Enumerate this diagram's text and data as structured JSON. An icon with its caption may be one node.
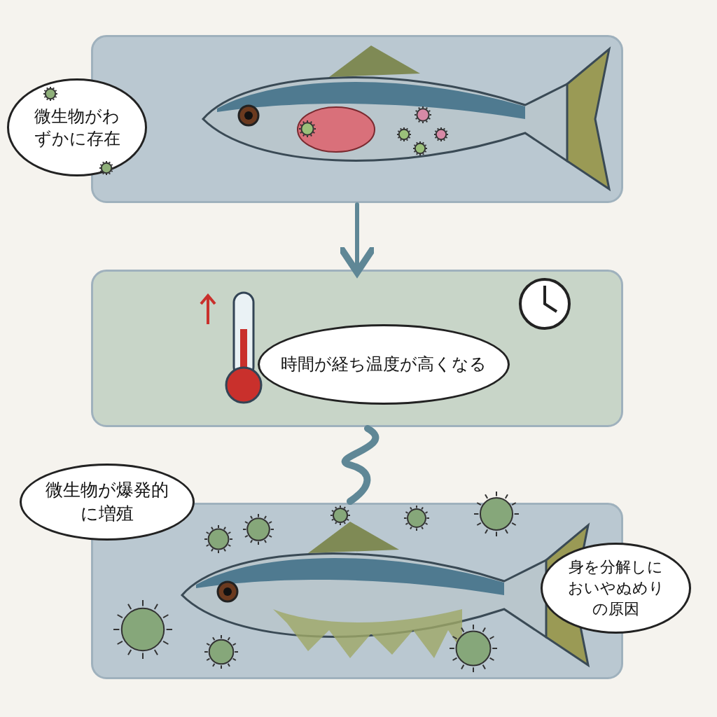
{
  "diagram": {
    "nodes": [
      {
        "text": [],
        "shape": "box"
      },
      {
        "text": [
          "微生物がわずかに存在"
        ]
      },
      {
        "text": [],
        "shape": "box"
      },
      {
        "text": [
          "時間が経ち温度が高くなる"
        ],
        "in": 2
      },
      {
        "text": [],
        "shape": "box"
      },
      {
        "text": [
          "微生物が爆発的に増殖"
        ]
      },
      {
        "text": [
          "身を分解しにおいやぬめりの原因"
        ]
      }
    ],
    "edges": [
      {
        "from": 0,
        "to": 2,
        "arrow": "to"
      },
      {
        "from": 2,
        "to": 4,
        "arrow": "none"
      }
    ]
  }
}
